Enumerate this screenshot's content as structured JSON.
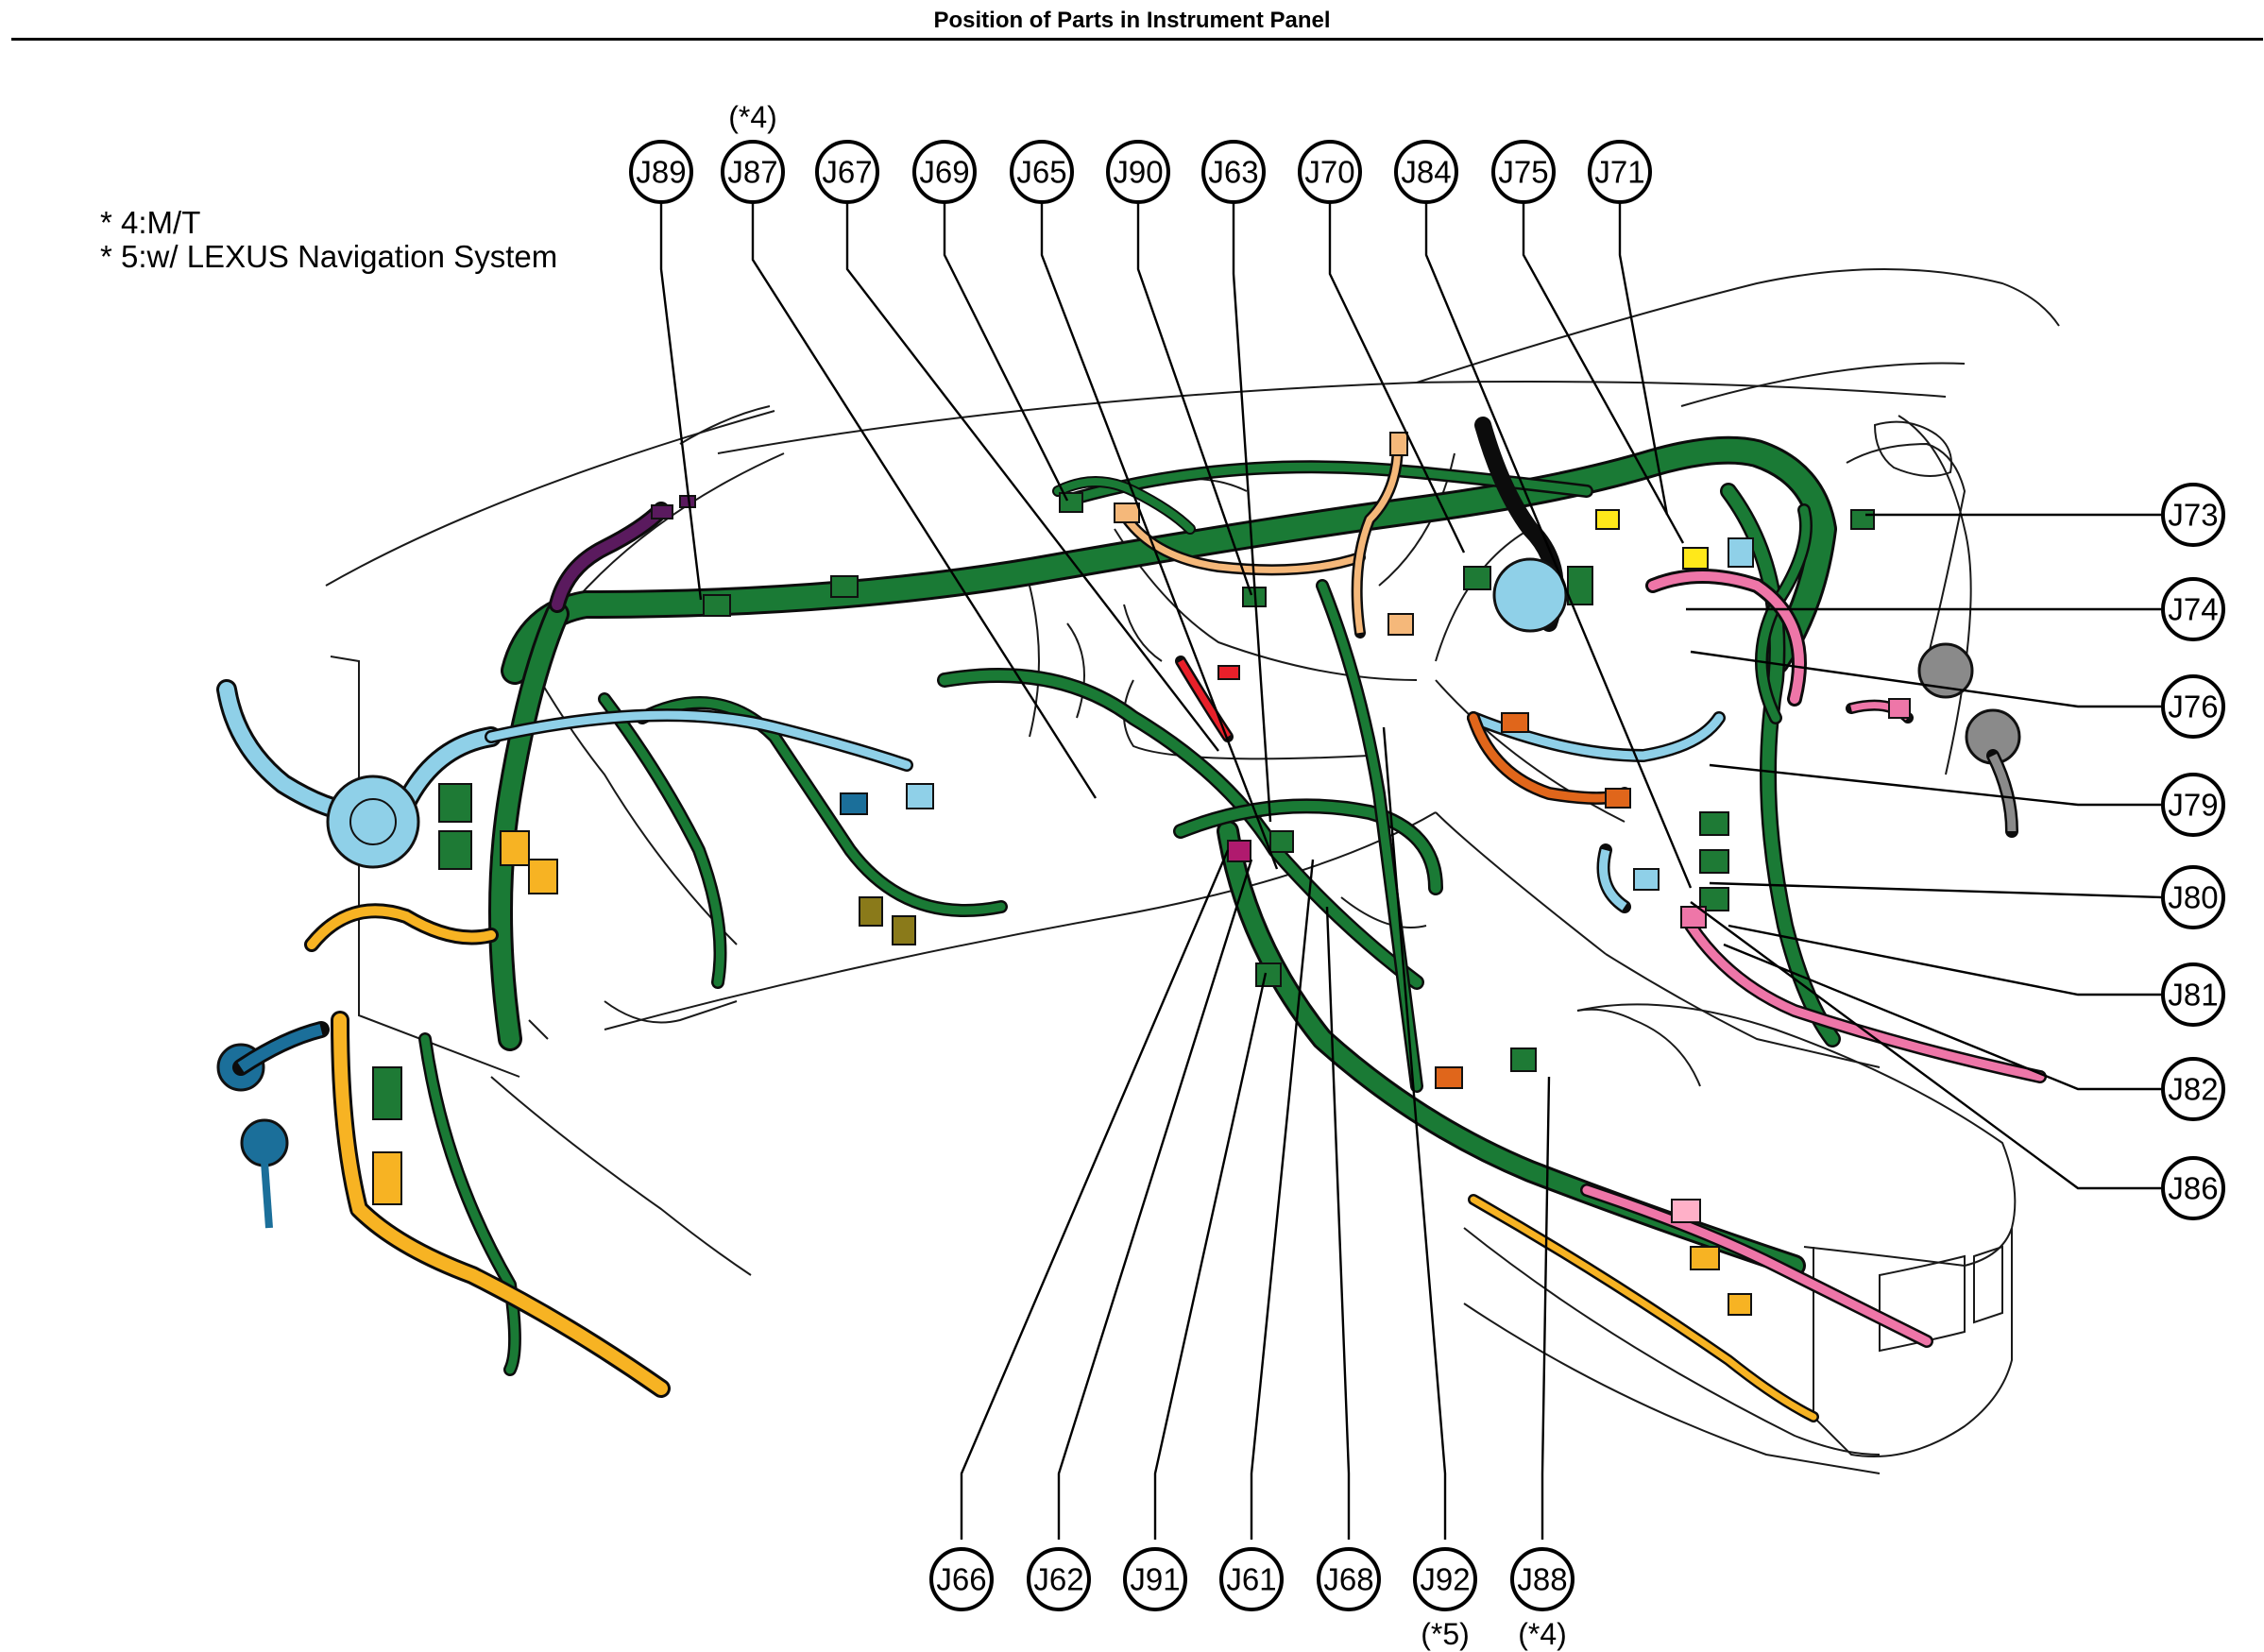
{
  "title": "Position of Parts in Instrument Panel",
  "notes": [
    "* 4:M/T",
    "* 5:w/ LEXUS Navigation System"
  ],
  "colors": {
    "main_harness": "#1e7a35",
    "light_blue": "#8fd0e8",
    "yellow_orange": "#f7b323",
    "pink": "#ee76a8",
    "red": "#e8202a",
    "orange": "#e0661b",
    "purple": "#5a1a5e",
    "teal_blue": "#1b6f9a",
    "grey": "#8a8a8a",
    "olive": "#8a7a1a",
    "yellow": "#ffe81a",
    "peach": "#f5b87a"
  },
  "top_labels": [
    {
      "id": "J89",
      "note": ""
    },
    {
      "id": "J87",
      "note": "(*4)"
    },
    {
      "id": "J67",
      "note": ""
    },
    {
      "id": "J69",
      "note": ""
    },
    {
      "id": "J65",
      "note": ""
    },
    {
      "id": "J90",
      "note": ""
    },
    {
      "id": "J63",
      "note": ""
    },
    {
      "id": "J70",
      "note": ""
    },
    {
      "id": "J84",
      "note": ""
    },
    {
      "id": "J75",
      "note": ""
    },
    {
      "id": "J71",
      "note": ""
    }
  ],
  "right_labels": [
    {
      "id": "J73"
    },
    {
      "id": "J74"
    },
    {
      "id": "J76"
    },
    {
      "id": "J79"
    },
    {
      "id": "J80"
    },
    {
      "id": "J81"
    },
    {
      "id": "J82"
    },
    {
      "id": "J86"
    }
  ],
  "bottom_labels": [
    {
      "id": "J66",
      "note": ""
    },
    {
      "id": "J62",
      "note": ""
    },
    {
      "id": "J91",
      "note": ""
    },
    {
      "id": "J61",
      "note": ""
    },
    {
      "id": "J68",
      "note": ""
    },
    {
      "id": "J92",
      "note": "(*5)"
    },
    {
      "id": "J88",
      "note": "(*4)"
    }
  ]
}
